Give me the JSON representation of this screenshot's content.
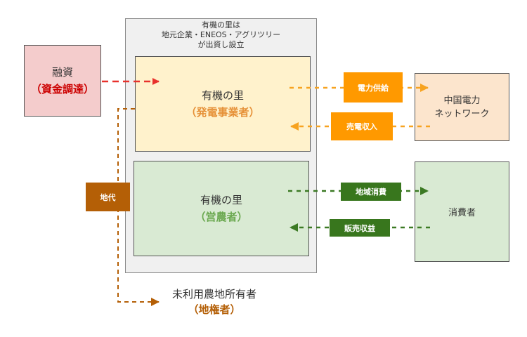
{
  "outer": {
    "title_lines": [
      "有機の里は",
      "地元企業・ENEOS・アグリツリー",
      "が出資し設立"
    ]
  },
  "loan": {
    "title": "融資",
    "subtitle": "（資金調達）"
  },
  "generator": {
    "title": "有機の里",
    "subtitle": "（発電事業者）"
  },
  "farmer": {
    "title": "有機の里",
    "subtitle": "（営農者）"
  },
  "grid": {
    "line1": "中国電力",
    "line2": "ネットワーク"
  },
  "consumer": {
    "title": "消費者"
  },
  "owner": {
    "title": "未利用農地所有者",
    "subtitle": "（地権者）"
  },
  "flows": {
    "power_supply": "電力供給",
    "power_sales": "売電収入",
    "local_consumption": "地域消費",
    "sales_revenue": "販売収益",
    "land_rent": "地代"
  },
  "colors": {
    "red": "#e8312c",
    "orange": "#f7a320",
    "orange_label": "#ff9900",
    "green": "#3c7a24",
    "green_label": "#38761d",
    "brown": "#b45f06"
  }
}
